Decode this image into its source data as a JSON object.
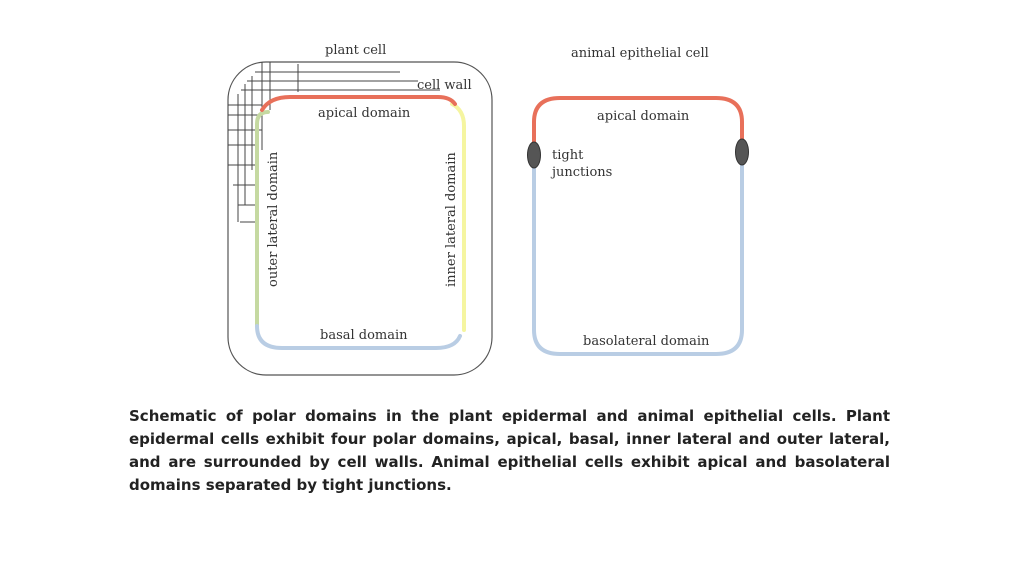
{
  "diagram": {
    "plant": {
      "title": "plant cell",
      "cell_wall": "cell wall",
      "apical": "apical domain",
      "basal": "basal domain",
      "outer_lateral": "outer lateral domain",
      "inner_lateral": "inner lateral domain"
    },
    "animal": {
      "title": "animal epithelial cell",
      "apical": "apical domain",
      "tight_junctions_line1": "tight",
      "tight_junctions_line2": "junctions",
      "basolateral": "basolateral domain"
    },
    "colors": {
      "apical": "#e8705a",
      "basal": "#b9cde4",
      "outer_lateral": "#c5d9a1",
      "inner_lateral": "#f5f5a0",
      "wall": "#555555",
      "junction": "#555555"
    }
  },
  "caption": "Schematic of polar domains in the plant epidermal and animal epithelial cells. Plant epidermal cells exhibit four polar domains, apical, basal, inner lateral and outer lateral, and are surrounded by cell walls. Animal epithelial cells exhibit apical and basolateral domains separated by tight junctions."
}
